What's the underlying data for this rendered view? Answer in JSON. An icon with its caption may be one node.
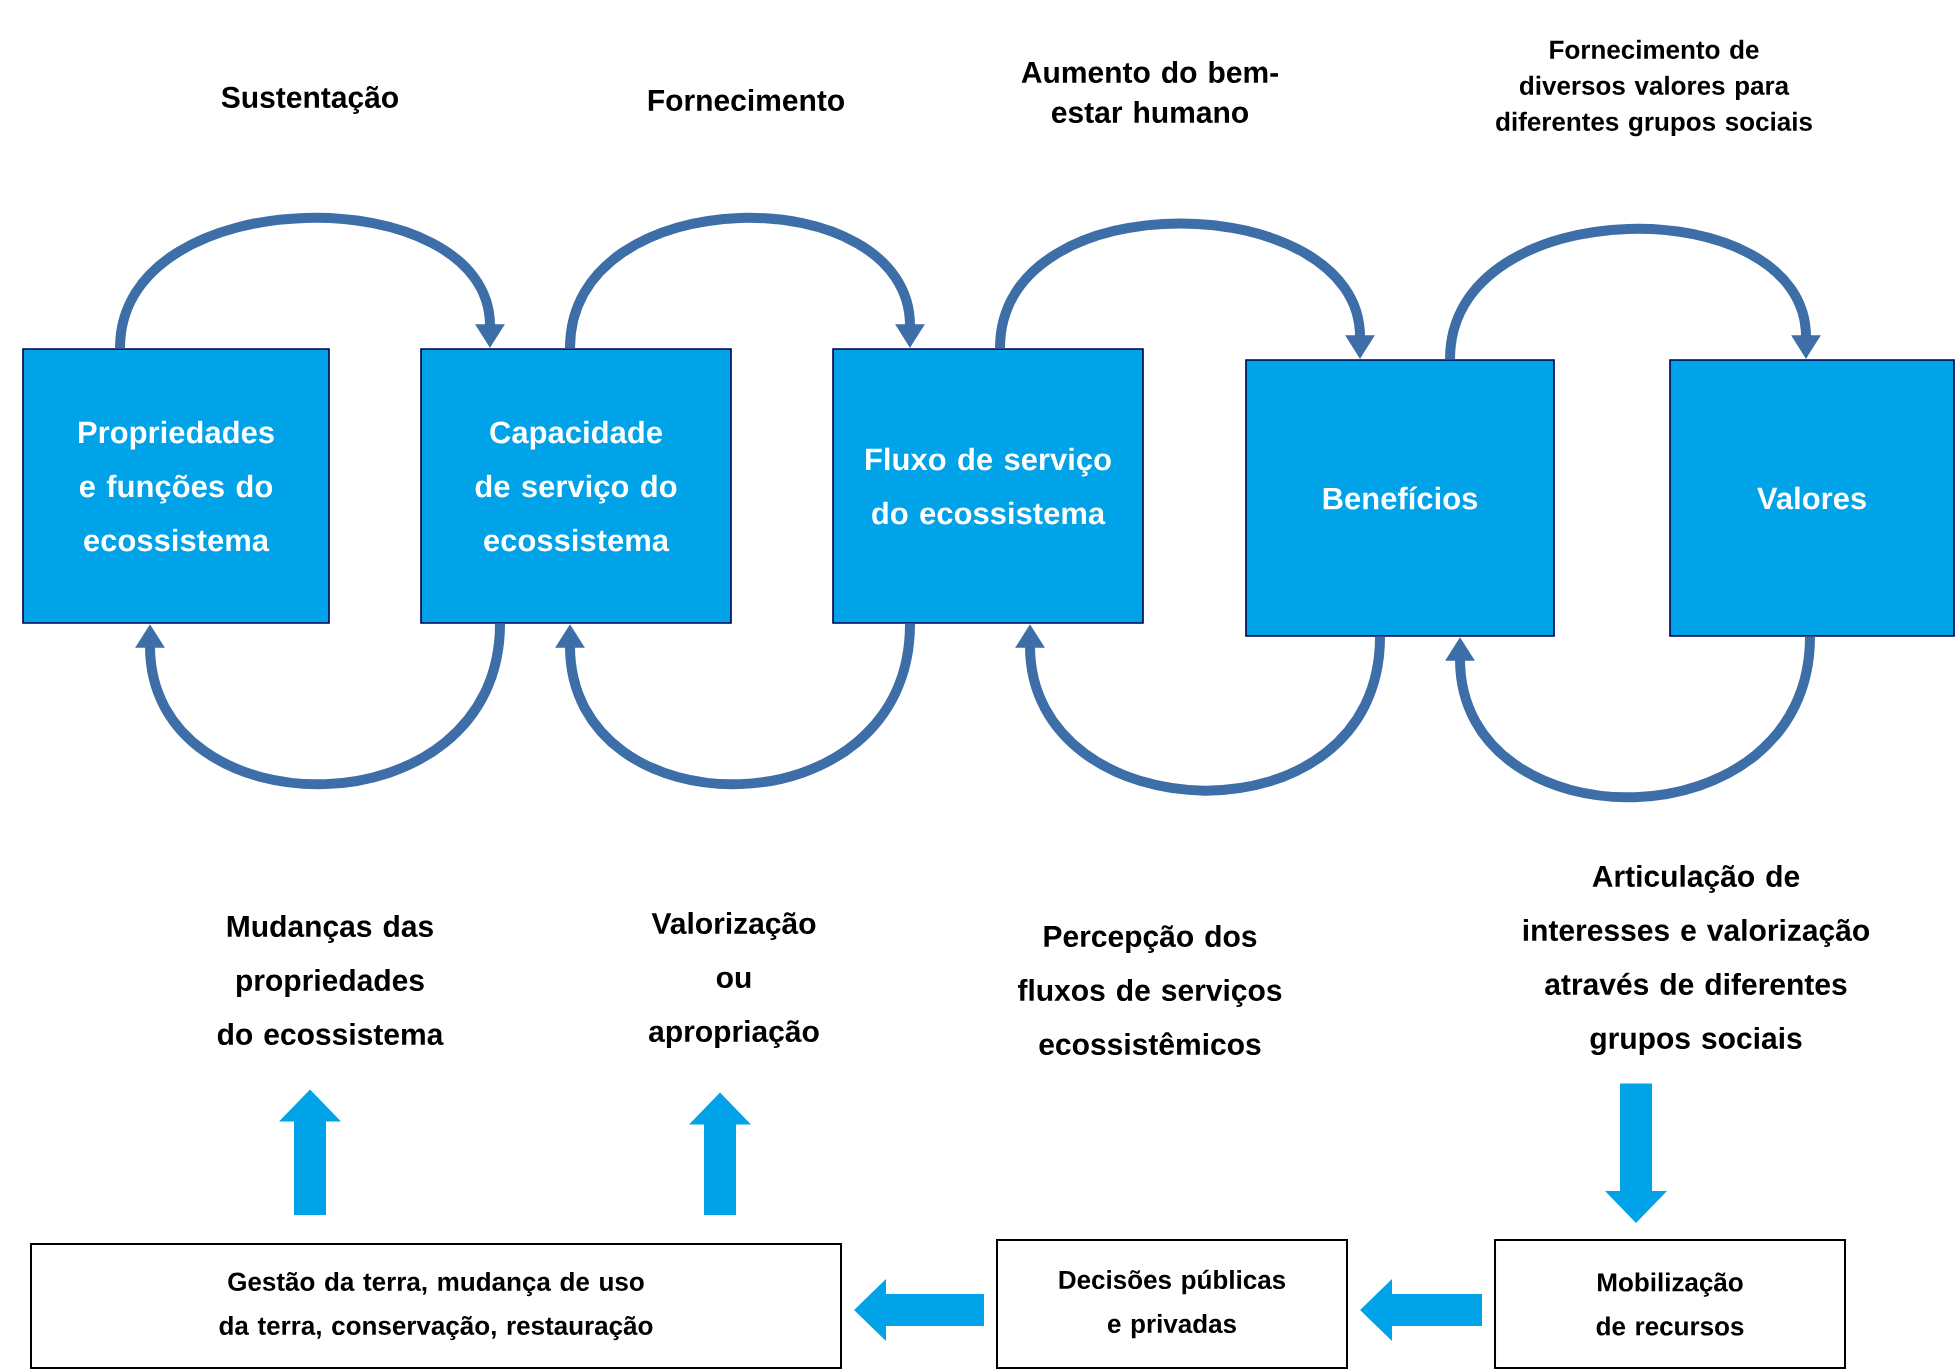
{
  "diagram": {
    "nodes": [
      {
        "text": [
          "Propriedades e funções do ecossistema"
        ]
      },
      {
        "text": [
          "Capacidade de serviço do ecossistema"
        ]
      },
      {
        "text": [
          "Fluxo de serviço do ecossistema"
        ]
      },
      {
        "text": [
          "Benefícios"
        ]
      },
      {
        "text": [
          "Valores"
        ]
      },
      {
        "text": [
          "Mudanças das propriedades do ecossistema"
        ]
      },
      {
        "text": [
          "Valorização ou apropriação"
        ]
      },
      {
        "text": [
          "Percepção dos fluxos de serviços ecossistêmicos"
        ]
      },
      {
        "text": [
          "Articulação de interesses e valorização através de diferentes grupos sociais"
        ]
      },
      {
        "text": [
          "Gestão da terra, mudança de uso da terra, conservação, restauração"
        ]
      },
      {
        "text": [
          "Decisões públicas e privadas"
        ]
      },
      {
        "text": [
          "Mobilização de recursos"
        ]
      }
    ],
    "edges": [
      {
        "from": 0,
        "to": 1,
        "arrow": "to",
        "label": "Sustentação"
      },
      {
        "from": 1,
        "to": 2,
        "arrow": "to",
        "label": "Fornecimento"
      },
      {
        "from": 2,
        "to": 3,
        "arrow": "to",
        "label": "Aumento do bem-estar humano"
      },
      {
        "from": 3,
        "to": 4,
        "arrow": "to",
        "label": "Fornecimento de diversos valores para diferentes grupos sociais"
      },
      {
        "from": 1,
        "to": 0,
        "arrow": "to"
      },
      {
        "from": 2,
        "to": 1,
        "arrow": "to"
      },
      {
        "from": 3,
        "to": 2,
        "arrow": "to"
      },
      {
        "from": 4,
        "to": 3,
        "arrow": "to"
      },
      {
        "from": 9,
        "to": 5,
        "arrow": "to",
        "style": "thick",
        "color": "#00a2e8"
      },
      {
        "from": 9,
        "to": 6,
        "arrow": "to",
        "style": "thick",
        "color": "#00a2e8"
      },
      {
        "from": 8,
        "to": 11,
        "arrow": "to",
        "style": "thick",
        "color": "#00a2e8"
      },
      {
        "from": 11,
        "to": 10,
        "arrow": "to",
        "style": "thick",
        "color": "#00a2e8"
      },
      {
        "from": 10,
        "to": 9,
        "arrow": "to",
        "style": "thick",
        "color": "#00a2e8"
      }
    ]
  }
}
